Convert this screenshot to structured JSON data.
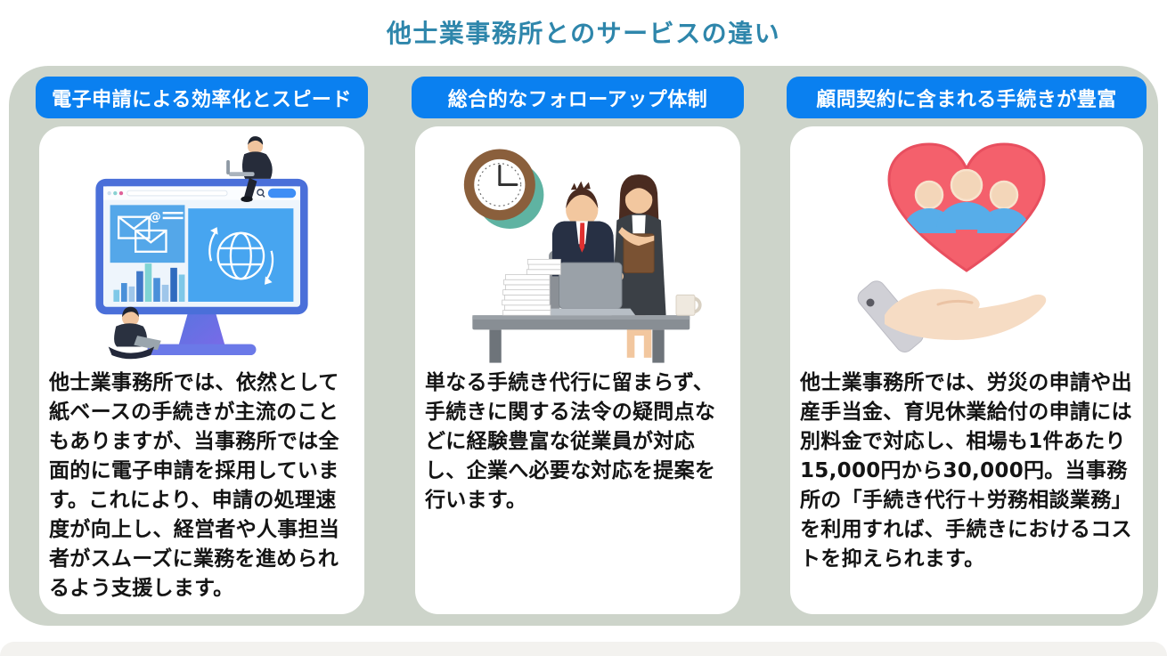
{
  "page": {
    "title": "他士業事務所とのサービスの違い",
    "title_color": "#2E86AB",
    "panel_bg": "#CDD4CA",
    "header_chip_bg": "#0A80F0",
    "card_bg": "#FFFFFF"
  },
  "cards": [
    {
      "header": "電子申請による効率化とスピード",
      "illustration": "computer-electronic-application",
      "body": "他士業事務所では、依然として紙ベースの手続きが主流のこともありますが、当事務所では全面的に電子申請を採用しています。これにより、申請の処理速度が向上し、経営者や人事担当者がスムーズに業務を進められるよう支援します。"
    },
    {
      "header": "総合的なフォローアップ体制",
      "illustration": "office-workers-with-clock",
      "body": "単なる手続き代行に留まらず、手続きに関する法令の疑問点などに経験豊富な従業員が対応し、企業へ必要な対応を提案を行います。"
    },
    {
      "header": "顧問契約に含まれる手続きが豊富",
      "illustration": "hand-holding-heart-with-people",
      "body": "他士業事務所では、労災の申請や出産手当金、育児休業給付の申請には別料金で対応し、相場も1件あたり15,000円から30,000円。当事務所の「手続き代行＋労務相談業務」を利用すれば、手続きにおけるコストを抑えられます。"
    }
  ],
  "illustration_colors": {
    "monitor_frame": "#4A6FD9",
    "panel_blue": "#54A7E9",
    "panel_blue_bright": "#47A5F0",
    "stand_gradient": [
      "#5A74E0",
      "#7A6AE8"
    ],
    "clock_ring_brown": "#8A5F3C",
    "clock_shadow_teal": "#5FB3A2",
    "suit_navy": "#273044",
    "tie_red": "#E03030",
    "skin": "#F2C79F",
    "desk_gray": "#888E94",
    "folder_brown": "#7A5233",
    "heart_red": "#F4606C",
    "people_blue": "#57ADE9",
    "hand_skin": "#F6DCC4",
    "cuff_gray": "#D0D0D6"
  }
}
